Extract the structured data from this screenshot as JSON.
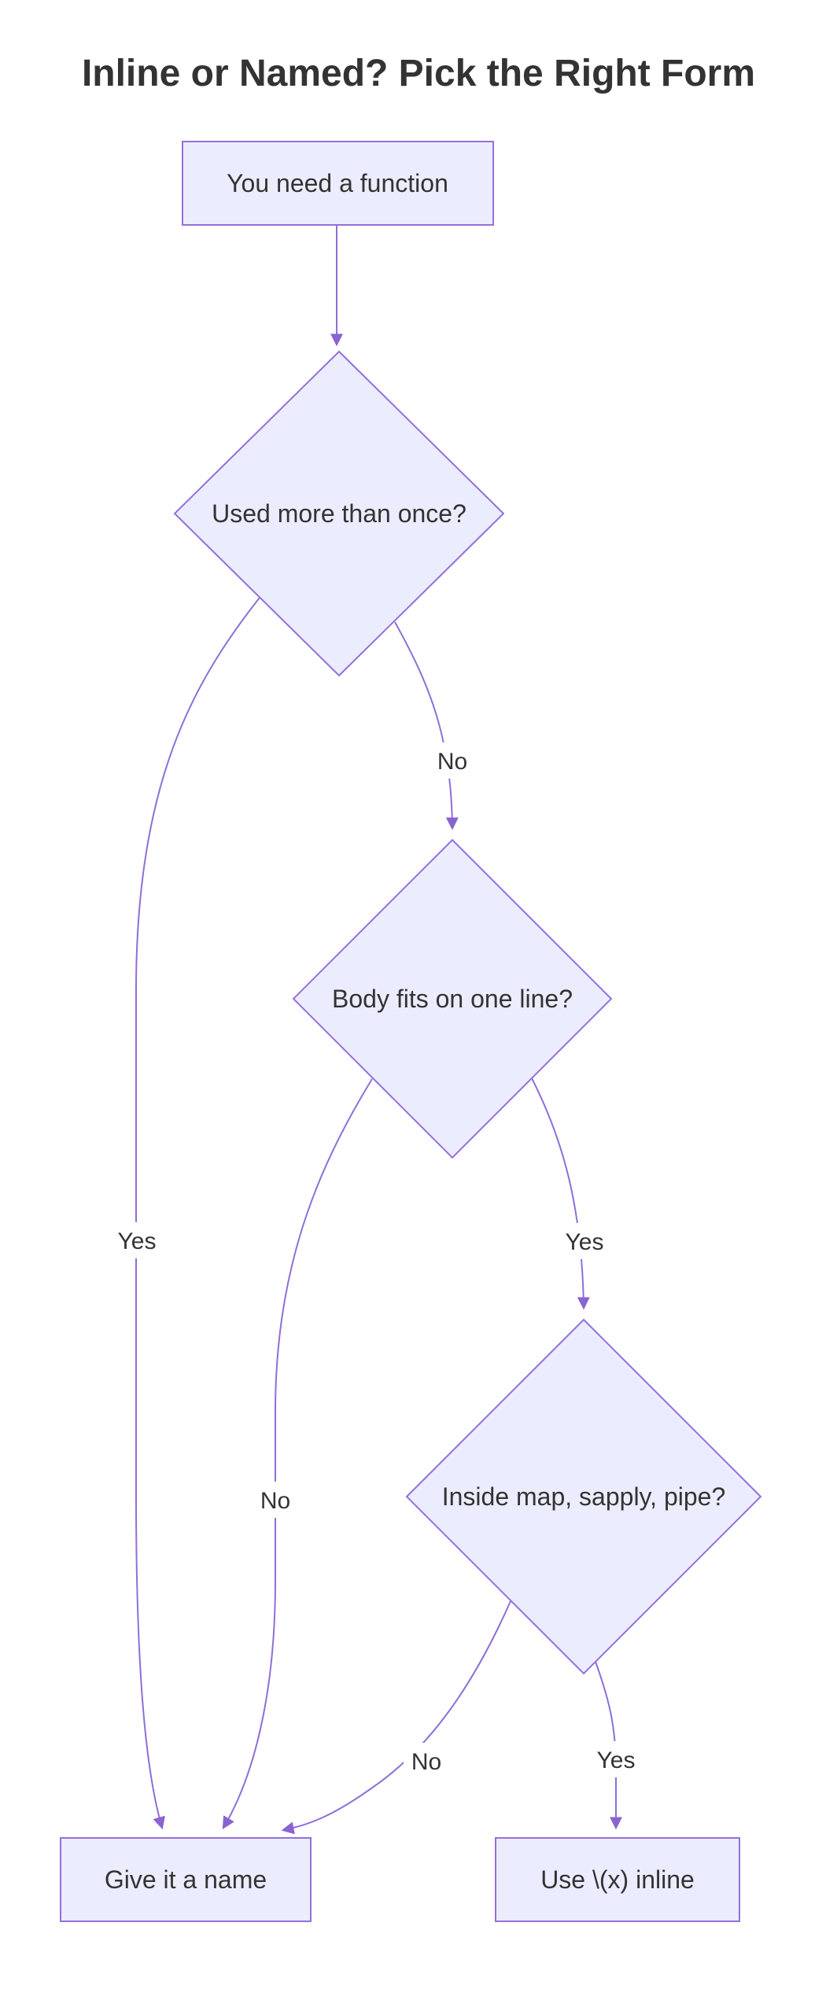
{
  "title": "Inline or Named? Pick the Right Form",
  "nodes": {
    "start": {
      "label": "You need a function",
      "shape": "rect"
    },
    "reuse": {
      "label": "Used more than once?",
      "shape": "diamond"
    },
    "oneline": {
      "label": "Body fits on one line?",
      "shape": "diamond"
    },
    "context": {
      "label": "Inside map, sapply, pipe?",
      "shape": "diamond"
    },
    "named": {
      "label": "Give it a name",
      "shape": "rect"
    },
    "inline": {
      "label": "Use \\(x) inline",
      "shape": "rect"
    }
  },
  "edges": {
    "start_to_reuse": {
      "label": ""
    },
    "reuse_to_named": {
      "label": "Yes"
    },
    "reuse_to_oneline": {
      "label": "No"
    },
    "oneline_to_named": {
      "label": "No"
    },
    "oneline_to_context": {
      "label": "Yes"
    },
    "context_to_named": {
      "label": "No"
    },
    "context_to_inline": {
      "label": "Yes"
    }
  },
  "colors": {
    "background": "#FFFFFF",
    "node_fill": "#ECECFF",
    "node_border": "#9370DB",
    "edge_stroke": "#8d70d8",
    "arrowhead": "#8a63d2",
    "text": "#333333"
  }
}
